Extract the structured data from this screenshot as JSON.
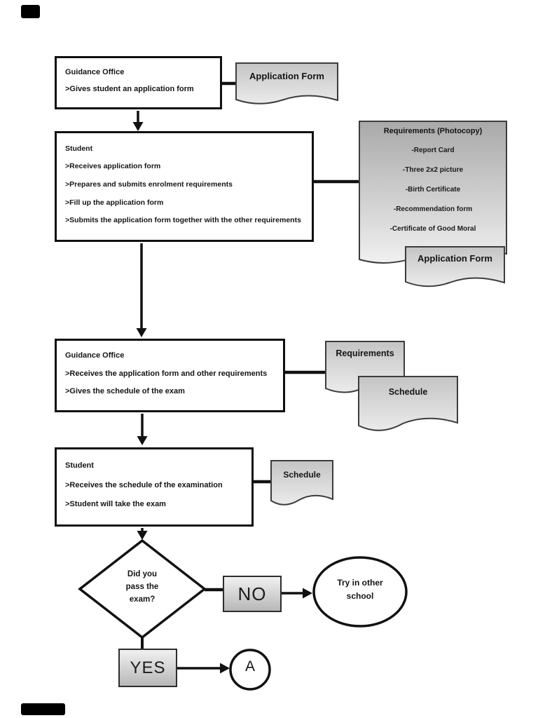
{
  "colors": {
    "line": "#111111",
    "box_border": "#101010",
    "doc_gradient_top": "#a9a9a9",
    "doc_gradient_bottom": "#f0f0f0",
    "action_gradient_top": "#f1f1f1",
    "action_gradient_bottom": "#b7b7b7"
  },
  "flow": {
    "step1": {
      "title": "Guidance Office",
      "lines": [
        ">Gives student an application form"
      ]
    },
    "doc_application_form": {
      "label": "Application Form"
    },
    "step2": {
      "title": "Student",
      "lines": [
        ">Receives application form",
        ">Prepares and submits enrolment requirements",
        ">Fill up the application form",
        ">Submits the application form together with the other requirements"
      ]
    },
    "doc_requirements_photocopy": {
      "title": "Requirements (Photocopy)",
      "items": [
        "-Report Card",
        "-Three 2x2 picture",
        "-Birth Certificate",
        "-Recommendation form",
        "-Certificate of Good Moral"
      ]
    },
    "doc_application_form_2": {
      "label": "Application Form"
    },
    "step3": {
      "title": "Guidance Office",
      "lines": [
        ">Receives the application form and other requirements",
        ">Gives the schedule of the exam"
      ]
    },
    "doc_requirements": {
      "label": "Requirements"
    },
    "doc_schedule": {
      "label": "Schedule"
    },
    "step4": {
      "title": "Student",
      "lines": [
        ">Receives the schedule of the examination",
        ">Student will take the exam"
      ]
    },
    "doc_schedule_2": {
      "label": "Schedule"
    },
    "decision": {
      "lines": [
        "Did you",
        "pass the",
        "exam?"
      ]
    },
    "branch_no": {
      "label": "NO"
    },
    "outcome_no": {
      "lines": [
        "Try in other",
        "school"
      ]
    },
    "branch_yes": {
      "label": "YES"
    },
    "connector": {
      "label": "A"
    }
  }
}
